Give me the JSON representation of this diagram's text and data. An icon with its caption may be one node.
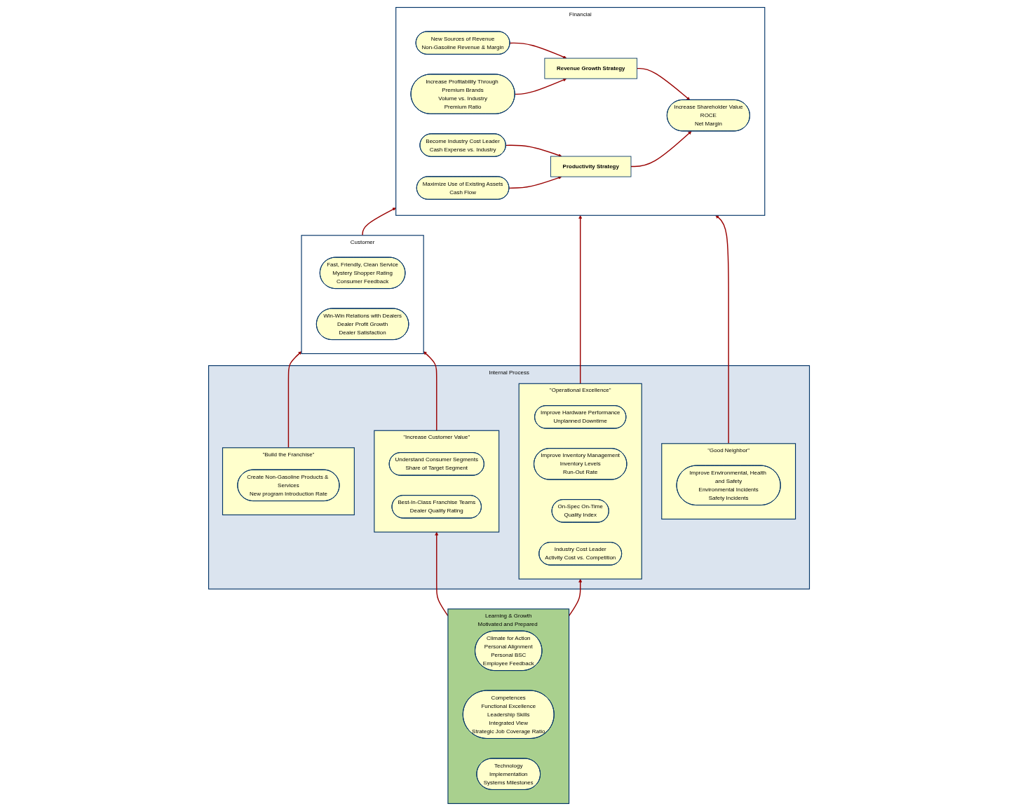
{
  "diagram": {
    "nodes": [
      {
        "text": [
          "Financial"
        ]
      },
      {
        "text": [
          "Increase Shareholder Value",
          "ROCE",
          "Net Margin"
        ],
        "in": 0
      },
      {
        "text": [
          "Revenue Growth Strategy"
        ],
        "in": 0
      },
      {
        "text": [
          "Productivity Strategy"
        ],
        "in": 0
      },
      {
        "text": [
          "New Sources of Revenue",
          "Non-Gasoline Revenue & Margin"
        ],
        "in": 0
      },
      {
        "text": [
          "Increase Profitability Through Premium Brands",
          "Volume vs. Industry",
          "Premium Ratio"
        ],
        "in": 0
      },
      {
        "text": [
          "Become Industry Cost Leader",
          "Cash Expense vs. Industry"
        ],
        "in": 0
      },
      {
        "text": [
          "Maximize Use of Existing Assets",
          "Cash Flow"
        ],
        "in": 0
      },
      {
        "text": [
          "Customer"
        ]
      },
      {
        "text": [
          "Fast, Friendly, Clean Service",
          "Mystery Shopper Rating",
          "Consumer Feedback"
        ],
        "in": 8
      },
      {
        "text": [
          "Win-Win Relations with Dealers",
          "Dealer Profit Growth",
          "Dealer Satisfaction"
        ],
        "in": 8
      },
      {
        "text": [
          "Internal Process"
        ]
      },
      {
        "text": [
          "\"Build the Franchise\""
        ],
        "in": 11
      },
      {
        "text": [
          "Create Non-Gasoline Products & Services",
          "New program Introduction Rate"
        ],
        "in": 12
      },
      {
        "text": [
          "\"Increase Customer Value\""
        ],
        "in": 11
      },
      {
        "text": [
          "Understand Consumer Segments",
          "Share of Target Segment"
        ],
        "in": 14
      },
      {
        "text": [
          "Best-In-Class Franchise Teams",
          "Dealer Quality Rating"
        ],
        "in": 14
      },
      {
        "text": [
          "\"Operational Excellence\""
        ],
        "in": 11
      },
      {
        "text": [
          "Improve Hardware Performance",
          "Unplanned Downtime"
        ],
        "in": 17
      },
      {
        "text": [
          "Improve Inventory Management",
          "Inventory Levels",
          "Run-Out Rate"
        ],
        "in": 17
      },
      {
        "text": [
          "On-Spec On-Time",
          "Quality Index"
        ],
        "in": 17
      },
      {
        "text": [
          "Industry Cost Leader",
          "Activity Cost vs. Competition"
        ],
        "in": 17
      },
      {
        "text": [
          "\"Good Neighbor\""
        ],
        "in": 11
      },
      {
        "text": [
          "Improve Environmental, Health and Safety",
          "Environmental Incidents",
          "Safety Incidents"
        ],
        "in": 22
      },
      {
        "text": [
          "Learning & Growth",
          "Motivated and Prepared Workforce"
        ]
      },
      {
        "text": [
          "Climate for Action",
          "Personal Alignment",
          "Personal BSC",
          "Employee Feedback"
        ],
        "in": 24
      },
      {
        "text": [
          "Competences",
          "Functional Excellence",
          "Leadership Skills",
          "Integrated View",
          "Strategic Job Coverage Ratio"
        ],
        "in": 24
      },
      {
        "text": [
          "Technology",
          "Implementation",
          "Systems Milestones"
        ],
        "in": 24
      }
    ],
    "edges": [
      {
        "from": 2,
        "to": 1,
        "arrow": "to"
      },
      {
        "from": 3,
        "to": 1,
        "arrow": "to"
      },
      {
        "from": 4,
        "to": 2,
        "arrow": "to"
      },
      {
        "from": 5,
        "to": 2,
        "arrow": "to"
      },
      {
        "from": 6,
        "to": 3,
        "arrow": "to"
      },
      {
        "from": 7,
        "to": 3,
        "arrow": "to"
      },
      {
        "from": 8,
        "to": 0,
        "arrow": "to"
      },
      {
        "from": 12,
        "to": 8,
        "arrow": "to"
      },
      {
        "from": 14,
        "to": 8,
        "arrow": "to"
      },
      {
        "from": 17,
        "to": 0,
        "arrow": "to"
      },
      {
        "from": 22,
        "to": 0,
        "arrow": "to"
      },
      {
        "from": 24,
        "to": 14,
        "arrow": "to"
      },
      {
        "from": 24,
        "to": 17,
        "arrow": "to"
      }
    ]
  }
}
